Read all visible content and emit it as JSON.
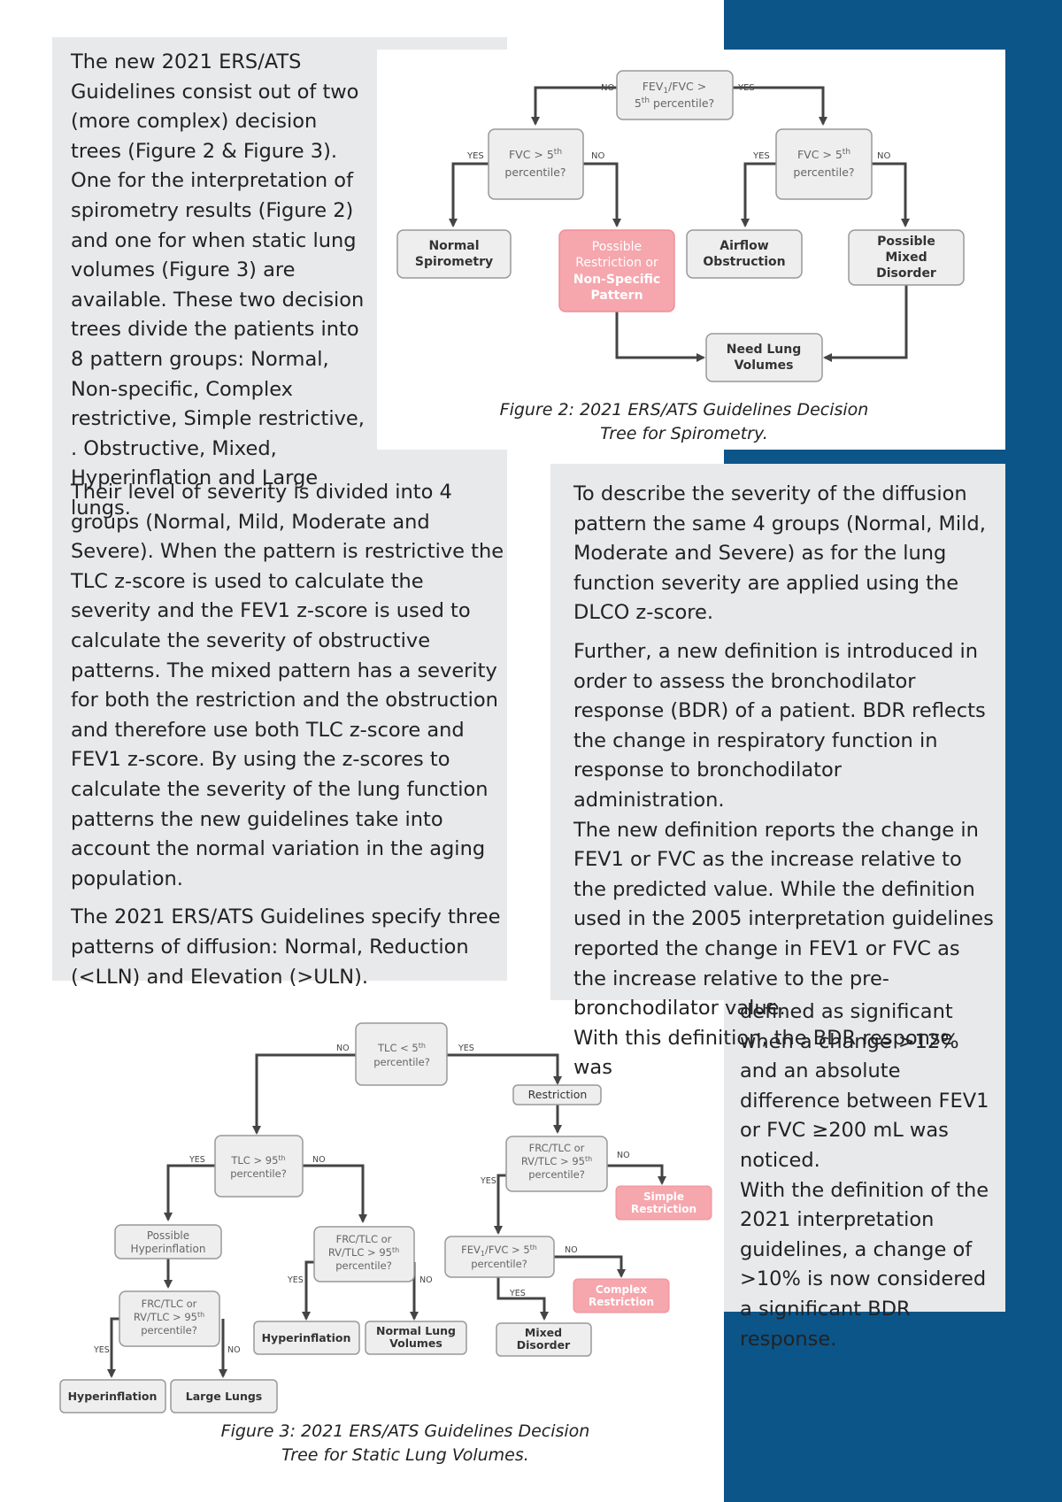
{
  "paragraphs": {
    "intro": "The new 2021 ERS/ATS Guidelines consist out of two (more complex) decision trees (Figure 2 & Figure 3). One for the interpretation of spirometry results (Figure 2) and one for when static lung volumes (Figure 3) are available.  These two decision trees divide the patients into 8 pattern groups: Normal, Non-specific, Complex restrictive, Simple restrictive, . Obstructive, Mixed, Hyperinflation and Large lungs.",
    "severity": "Their level of severity is divided into 4 groups (Normal, Mild, Moderate and Severe). When the pattern is restrictive the TLC z-score is used to calculate the severity and the FEV1 z-score is used to calculate the severity of obstructive patterns. The mixed pattern has a severity for both the restriction and the obstruction and therefore use both TLC z-score and FEV1 z-score. By using the z-scores to calculate the severity of the lung function patterns the new guidelines take into account the normal variation in the aging population.",
    "diffusion": "The 2021 ERS/ATS Guidelines specify three patterns of diffusion: Normal, Reduction (<LLN) and Elevation (>ULN).",
    "diffusion_severity": "To describe the severity of the diffusion pattern the same 4 groups (Normal, Mild, Moderate and Severe) as for the lung function severity are applied using the DLCO z-score.",
    "bdr_intro": "Further, a new definition is introduced in order to assess the bronchodilator response (BDR) of a patient. BDR reflects the change in respiratory function in response to bronchodilator administration.",
    "bdr_definition": "The new definition reports the change in FEV1 or FVC as the increase relative to the predicted value. While the definition used in the 2005 interpretation guidelines reported the change in FEV1 or FVC as the increase relative to the pre-bronchodilator value.",
    "bdr_old": "With this definition, the BDR response was",
    "bdr_old_cont": "defined as significant when a change >12% and an absolute difference between FEV1 or FVC ≥200 mL was noticed.",
    "bdr_new": "With the definition of the 2021 interpretation guidelines, a change of >10% is now considered a significant BDR response."
  },
  "figure2": {
    "caption_line1": "Figure 2: 2021 ERS/ATS Guidelines Decision",
    "caption_line2": "Tree for Spirometry.",
    "root_l1": "FEV",
    "root_l1_sub": "1",
    "root_l1_rest": "/FVC >",
    "root_l2": "5",
    "root_l2_sup": "th",
    "root_l2_rest": " percentile?",
    "fvc_l1": "FVC > 5",
    "fvc_l1_sup": "th",
    "fvc_l2": "percentile?",
    "yes": "YES",
    "no": "NO",
    "normal_l1": "Normal",
    "normal_l2": "Spirometry",
    "restr_l1": "Possible",
    "restr_l2": "Restriction or",
    "restr_l3": "Non-Specific",
    "restr_l4": "Pattern",
    "airflow_l1": "Airflow",
    "airflow_l2": "Obstruction",
    "mixed_l1": "Possible",
    "mixed_l2": "Mixed",
    "mixed_l3": "Disorder",
    "need_l1": "Need Lung",
    "need_l2": "Volumes"
  },
  "figure3": {
    "caption_line1": "Figure 3: 2021 ERS/ATS Guidelines Decision",
    "caption_line2": "Tree for Static Lung Volumes.",
    "yes": "YES",
    "no": "NO",
    "tlc_low_l1": "TLC < 5",
    "tlc_low_sup": "th",
    "tlc_low_l2": "percentile?",
    "restriction": "Restriction",
    "frc_l1": "FRC/TLC or",
    "frc_l2": "RV/TLC > 95",
    "frc_sup": "th",
    "frc_l3": "percentile?",
    "tlc_high_l1": "TLC > 95",
    "tlc_high_sup": "th",
    "tlc_high_l2": "percentile?",
    "simple_l1": "Simple",
    "simple_l2": "Restriction",
    "fev_l1": "FEV",
    "fev_sub": "1",
    "fev_rest": "/FVC > 5",
    "fev_sup": "th",
    "fev_l2": "percentile?",
    "poss_hyper_l1": "Possible",
    "poss_hyper_l2": "Hyperinflation",
    "complex_l1": "Complex",
    "complex_l2": "Restriction",
    "hyperinflation": "Hyperinflation",
    "normal_lv_l1": "Normal Lung",
    "normal_lv_l2": "Volumes",
    "mixed_l1": "Mixed",
    "mixed_l2": "Disorder",
    "large_lungs": "Large Lungs"
  },
  "colors": {
    "band": "#0b5589",
    "panel": "#e8e9eb",
    "pink": "#f6a6ad",
    "box": "#eeeeee",
    "line": "#444444"
  }
}
